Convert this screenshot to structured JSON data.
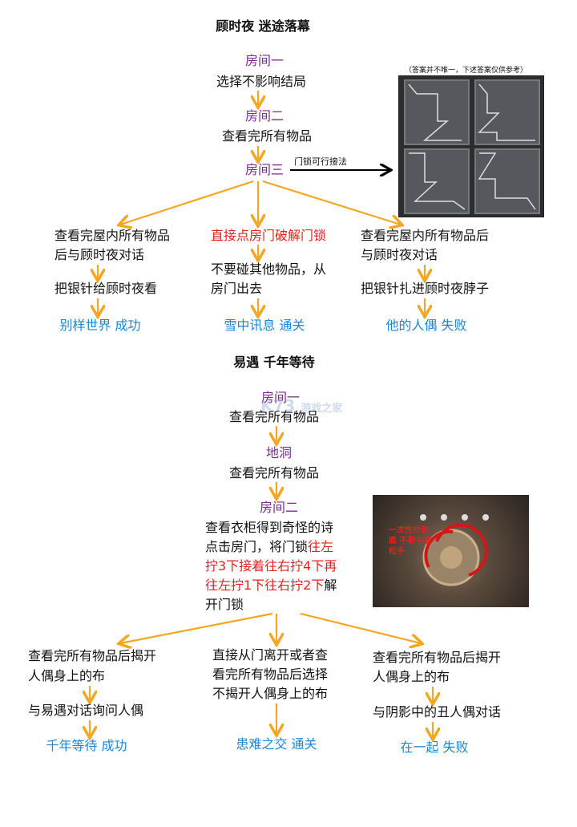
{
  "section1": {
    "title": "顾时夜 迷途落幕",
    "room1": "房间一",
    "step1": "选择不影响结局",
    "room2": "房间二",
    "step2": "查看完所有物品",
    "room3": "房间三",
    "lock_label": "门锁可行接法",
    "image_caption": "（答案并不唯一，下述答案仅供参考）",
    "left": {
      "lines": [
        "查看完屋内所有物品",
        "后与顾时夜对话"
      ],
      "step": "把银针给顾时夜看",
      "ending": "别样世界 成功"
    },
    "middle": {
      "line_red": "直接点房门破解门锁",
      "lines": [
        "不要碰其他物品，从",
        "房门出去"
      ],
      "ending": "雪中讯息 通关"
    },
    "right": {
      "lines": [
        "查看完屋内所有物品后",
        "与顾时夜对话"
      ],
      "step": "把银针扎进顾时夜脖子",
      "ending": "他的人偶 失败"
    }
  },
  "section2": {
    "title": "易遇 千年等待",
    "room1": "房间一",
    "step1": "查看完所有物品",
    "room_cave": "地洞",
    "step2": "查看完所有物品",
    "room2": "房间二",
    "instr": {
      "l1": "查看衣柜得到奇怪的诗",
      "l2a": "点击房门，将门锁",
      "l2b": "往左",
      "l3": "拧3下接着往右拧4下再",
      "l4a": "往左拧1下往右拧2下",
      "l4b": "解",
      "l5": "开门锁"
    },
    "image_text": "一次性拧到底 不要中途松手",
    "left": {
      "lines": [
        "查看完所有物品后揭开",
        "人偶身上的布"
      ],
      "step": "与易遇对话询问人偶",
      "ending": "千年等待 成功"
    },
    "middle": {
      "lines": [
        "直接从门离开或者查",
        "看完所有物品后选择",
        "不揭开人偶身上的布"
      ],
      "ending": "患难之交 通关"
    },
    "right": {
      "lines": [
        "查看完所有物品后揭开",
        "人偶身上的布"
      ],
      "step": "与阴影中的丑人偶对话",
      "ending": "在一起 失败"
    }
  },
  "watermark": "K73 游戏之家",
  "colors": {
    "room": "#7b2d8e",
    "highlight": "#e0231c",
    "ending": "#1a86d6",
    "arrow": "#f5a623"
  }
}
